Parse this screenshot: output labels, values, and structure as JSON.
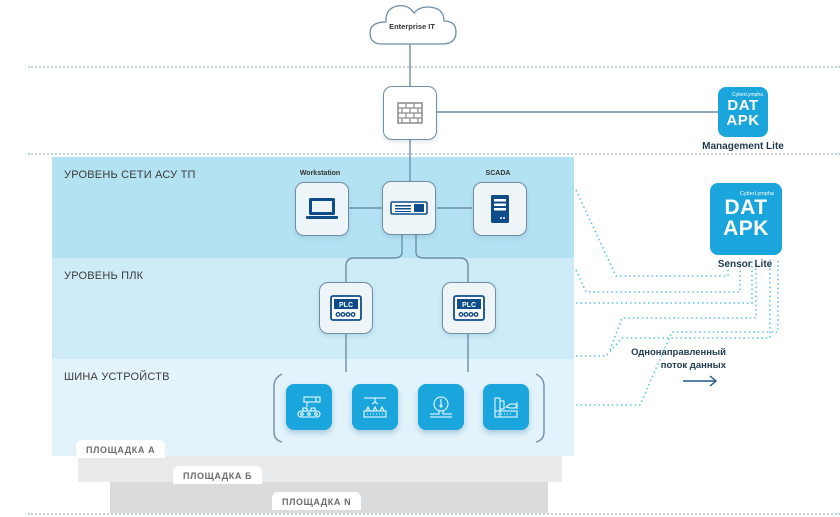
{
  "cloud": {
    "label": "Enterprise IT",
    "icon": "cloud-icon"
  },
  "firewall": {
    "icon": "firewall-brick-icon"
  },
  "products": {
    "management": {
      "brand": "CyberLympha",
      "line1": "DAT",
      "line2": "APK",
      "caption": "Management  Lite"
    },
    "sensor": {
      "brand": "CyberLympha",
      "line1": "DAT",
      "line2": "APK",
      "caption": "Sensor Lite"
    }
  },
  "levels": [
    {
      "label": "УРОВЕНЬ СЕТИ АСУ ТП",
      "color": "#b3e2f2"
    },
    {
      "label": "УРОВЕНЬ ПЛК",
      "color": "#cdecf8"
    },
    {
      "label": "ШИНА УСТРОЙСТВ",
      "color": "#e2f3fb"
    }
  ],
  "network_nodes": {
    "workstation": {
      "label": "Workstation",
      "icon": "laptop-icon"
    },
    "switch": {
      "icon": "network-switch-icon"
    },
    "scada": {
      "label": "SCADA",
      "icon": "server-icon"
    }
  },
  "plcs": [
    {
      "label": "PLC",
      "icon": "plc-icon"
    },
    {
      "label": "PLC",
      "icon": "plc-icon"
    }
  ],
  "devices": [
    {
      "icon": "conveyor-robot-icon"
    },
    {
      "icon": "assembly-line-icon"
    },
    {
      "icon": "pressure-gauge-icon"
    },
    {
      "icon": "cnc-machine-icon"
    }
  ],
  "sites": [
    "ПЛОЩАДКА А",
    "ПЛОЩАДКА Б",
    "ПЛОЩАДКА N"
  ],
  "flow": {
    "line1": "Однонаправленный",
    "line2": "поток данных",
    "icon": "arrow-right-icon"
  },
  "colors": {
    "accent": "#1aa6dc",
    "line": "#6f8ea6",
    "dotted": "#5cc3ea",
    "dark": "#1f3a4d"
  }
}
